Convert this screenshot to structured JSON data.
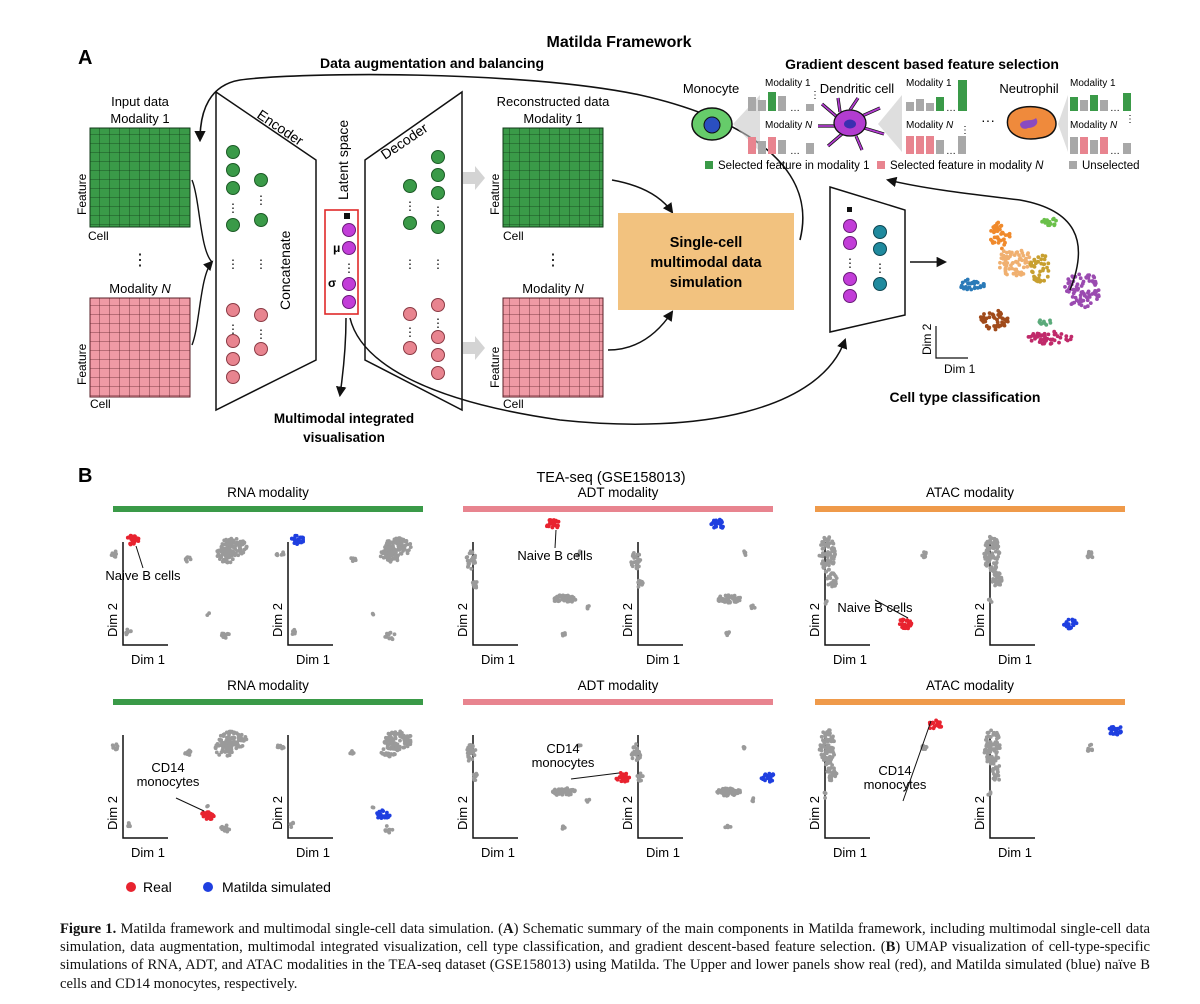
{
  "panel_a": {
    "letter": "A",
    "title": "Matilda Framework",
    "augmentation": "Data augmentation and balancing",
    "input_title": "Input data",
    "modality_1": "Modality 1",
    "ellipsis": "⋮",
    "modality_n_prefix": "Modality ",
    "modality_n_italic": "N",
    "feature": "Feature",
    "cell": "Cell",
    "encoder": "Encoder",
    "decoder": "Decoder",
    "concatenate": "Concatenate",
    "latent_space": "Latent space",
    "mu": "μ",
    "sigma": "σ",
    "reconstructed_title": "Reconstructed data",
    "simulation_line1": "Single-cell",
    "simulation_line2": "multimodal data",
    "simulation_line3": "simulation",
    "visualisation_line1": "Multimodal integrated",
    "visualisation_line2": "visualisation",
    "classification": "Cell type classification",
    "dim1": "Dim 1",
    "dim2": "Dim 2",
    "feature_selection_title": "Gradient descent based feature selection",
    "cells": [
      "Monocyte",
      "Dendritic cell",
      "Neutrophil"
    ],
    "mini_modality_1": "Modality 1",
    "mini_modality_n_prefix": "Modality ",
    "mini_modality_n_italic": "N",
    "legend_selected_1": "Selected feature in modality 1",
    "legend_selected_n_prefix": "Selected feature in modality ",
    "legend_selected_n_italic": "N",
    "legend_unselected": "Unselected",
    "colors": {
      "green": "#3a9a48",
      "pink": "#e8848f",
      "purple": "#c23dd8",
      "teal": "#1f8a9e",
      "orange_box": "#f2c27f",
      "gray": "#a8a8a8"
    }
  },
  "panel_b": {
    "letter": "B",
    "dataset": "TEA-seq (GSE158013)",
    "dim1": "Dim 1",
    "dim2": "Dim 2",
    "rows": [
      {
        "cell_type": "Naive B cells",
        "groups": [
          {
            "modality": "RNA modality",
            "color": "#3a9a48"
          },
          {
            "modality": "ADT modality",
            "color": "#e8848f"
          },
          {
            "modality": "ATAC modality",
            "color": "#ef9a4a"
          }
        ]
      },
      {
        "cell_type": "CD14 monocytes",
        "groups": [
          {
            "modality": "RNA modality",
            "color": "#3a9a48"
          },
          {
            "modality": "ADT modality",
            "color": "#e8848f"
          },
          {
            "modality": "ATAC modality",
            "color": "#ef9a4a"
          }
        ]
      }
    ],
    "cd14_line1": "CD14",
    "cd14_line2": "monocytes",
    "legend_real": "Real",
    "legend_simulated": "Matilda simulated",
    "real_color": "#e8232f",
    "simulated_color": "#1f3fe0",
    "background_color": "#9a9a9a"
  },
  "caption": {
    "label": "Figure 1.",
    "text_1": " Matilda framework and multimodal single-cell data simulation. (",
    "a": "A",
    "text_2": ") Schematic summary of the main components in Matilda framework, including multimodal single-cell data simulation, data augmentation, multimodal integrated visualization, cell type classification, and gradient descent-based feature selection. (",
    "b": "B",
    "text_3": ") UMAP visualization of cell-type-specific simulations of RNA, ADT, and ATAC modalities in the TEA-seq dataset (GSE158013) using Matilda. The Upper and lower panels show real (red), and Matilda simulated (blue) naïve B cells and CD14 monocytes, respectively."
  }
}
